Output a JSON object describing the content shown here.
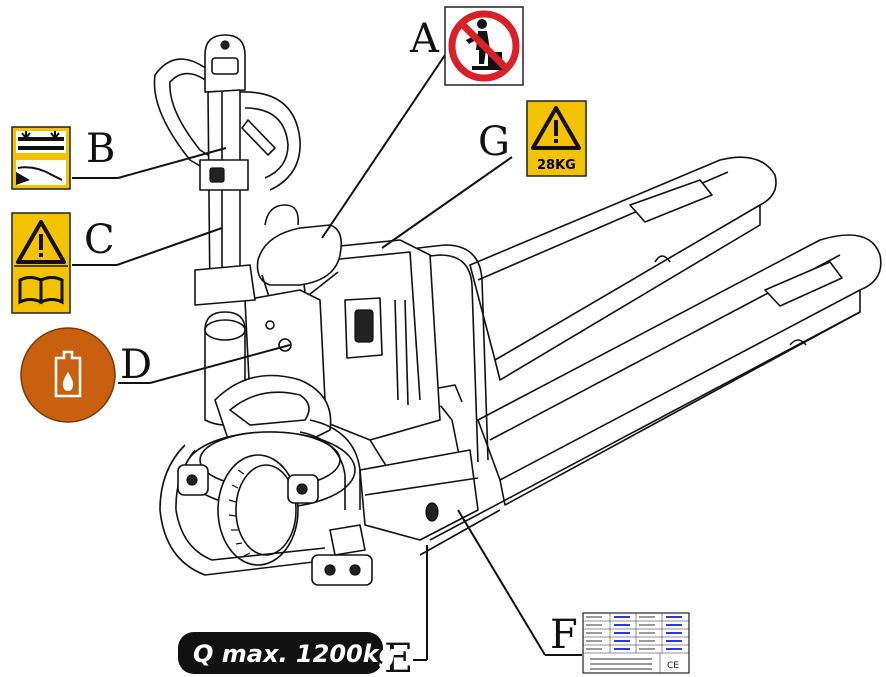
{
  "labels": {
    "a": "A",
    "b": "B",
    "c": "C",
    "d": "D",
    "e": "E",
    "f": "F",
    "g": "G"
  },
  "capacity_badge": "Q max. 1200kg",
  "weight_sign": "28KG",
  "ce_mark": "CE",
  "icons": {
    "a": "no-standing-prohibition-icon",
    "b": "crush-warning-icon",
    "c": "warning-read-manual-icon",
    "d": "oil-fill-icon",
    "g": "weight-warning-icon",
    "f": "nameplate-icon"
  },
  "colors": {
    "warning_yellow": "#f3c200",
    "prohibition_red": "#d92027",
    "oil_orange": "#c8600f",
    "badge_black": "#111111"
  }
}
